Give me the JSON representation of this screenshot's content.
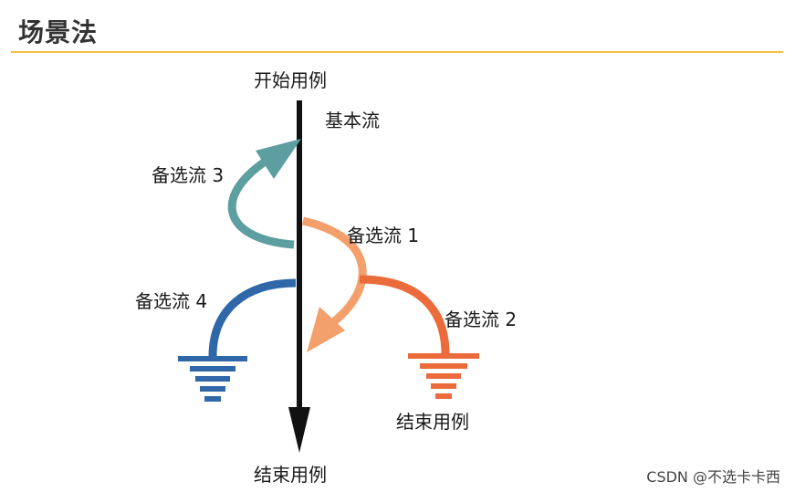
{
  "page": {
    "title": "场景法"
  },
  "diagram": {
    "start_label": "开始用例",
    "basic_flow_label": "基本流",
    "alt1_label": "备选流 1",
    "alt2_label": "备选流 2",
    "alt3_label": "备选流 3",
    "alt4_label": "备选流 4",
    "end_label_main": "结束用例",
    "end_label_alt2": "结束用例"
  },
  "colors": {
    "title_rule": "#f0c040",
    "basic_flow": "#111111",
    "alt1": "#f4a06c",
    "alt2": "#ec6b3b",
    "alt3": "#5d9ea0",
    "alt4": "#2f67a8"
  },
  "watermark": "CSDN @不选卡卡西"
}
